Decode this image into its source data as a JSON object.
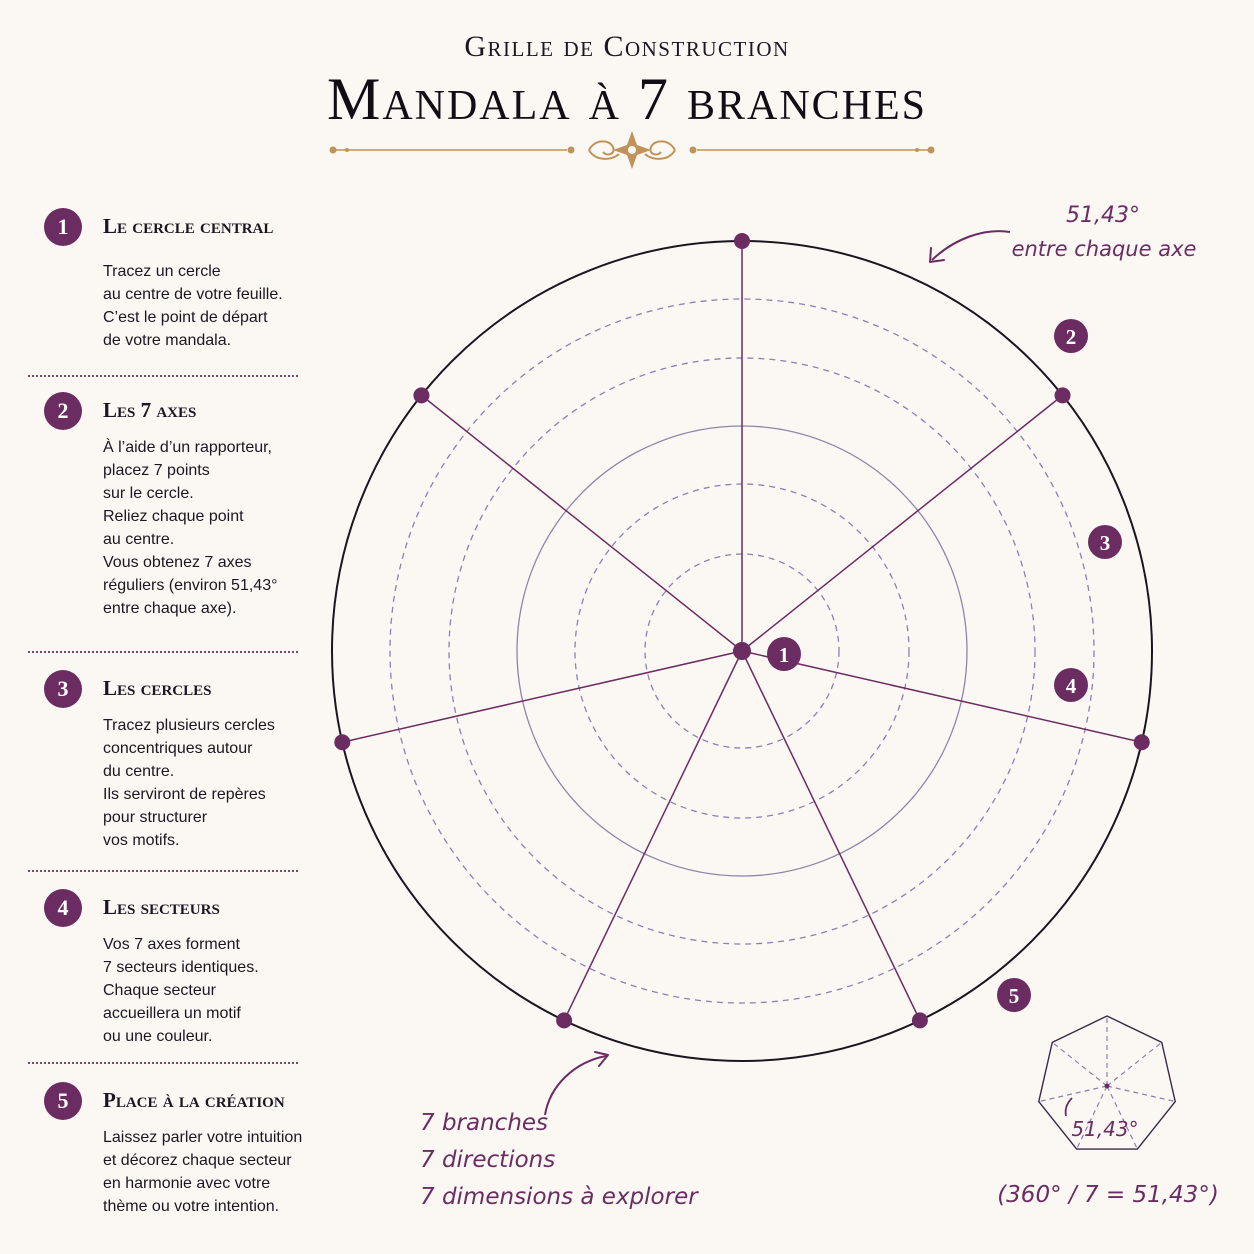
{
  "header": {
    "subtitle": "Grille de Construction",
    "title": "Mandala à 7 branches"
  },
  "steps": [
    {
      "num": "1",
      "title": "Le cercle central",
      "text": "Tracez un cercle\nau centre de votre feuille.\nC’est le point de départ\nde votre mandala."
    },
    {
      "num": "2",
      "title": "Les 7 axes",
      "text": "À l’aide d’un rapporteur,\nplacez 7 points\nsur le cercle.\nReliez chaque point\nau centre.\nVous obtenez 7 axes\nréguliers (environ 51,43°\nentre chaque axe)."
    },
    {
      "num": "3",
      "title": "Les cercles",
      "text": "Tracez plusieurs cercles\nconcentriques autour\ndu centre.\nIls serviront de repères\npour structurer\nvos motifs."
    },
    {
      "num": "4",
      "title": "Les secteurs",
      "text": "Vos 7 axes forment\n7 secteurs identiques.\nChaque secteur\naccueillera un motif\nou une couleur."
    },
    {
      "num": "5",
      "title": "Place à la création",
      "text": "Laissez parler votre intuition\net décorez chaque secteur\nen harmonie avec votre\nthème ou votre intention."
    }
  ],
  "diagram": {
    "axes": 7,
    "angle_label_value": "51,43°",
    "angle_label_text": "entre chaque axe",
    "markers": [
      "1",
      "2",
      "3",
      "4",
      "5"
    ],
    "branches_lines": [
      "7 branches",
      "7 directions",
      "7 dimensions à explorer"
    ],
    "heptagon_angle": "51,43°",
    "formula": "(360° / 7 = 51,43°)"
  },
  "colors": {
    "accent": "#6b2c62",
    "gold": "#c0935a",
    "dashed": "#8d7fb0",
    "solid_inner": "#8c86a8",
    "outer_circle": "#1a1620"
  }
}
